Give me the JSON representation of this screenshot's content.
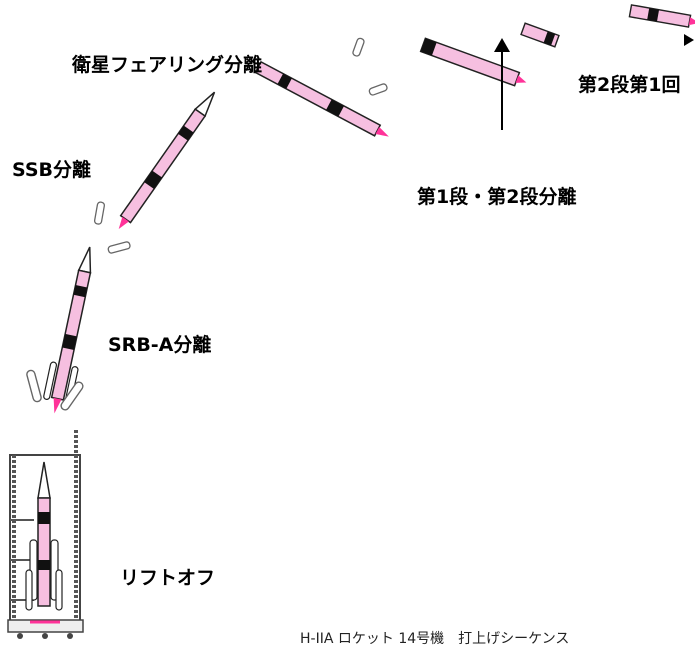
{
  "labels": {
    "fairing": "衛星フェアリング分離",
    "stage2_first": "第2段第1回",
    "stage_sep": "第1段・第2段分離",
    "ssb": "SSB分離",
    "srb": "SRB-A分離",
    "liftoff": "リフトオフ"
  },
  "caption": "H-IIA ロケット 14号機　打上げシーケンス",
  "colors": {
    "pink": "#f6bfe0",
    "flame": "#ff3399",
    "outline": "#222222",
    "band": "#111111"
  }
}
